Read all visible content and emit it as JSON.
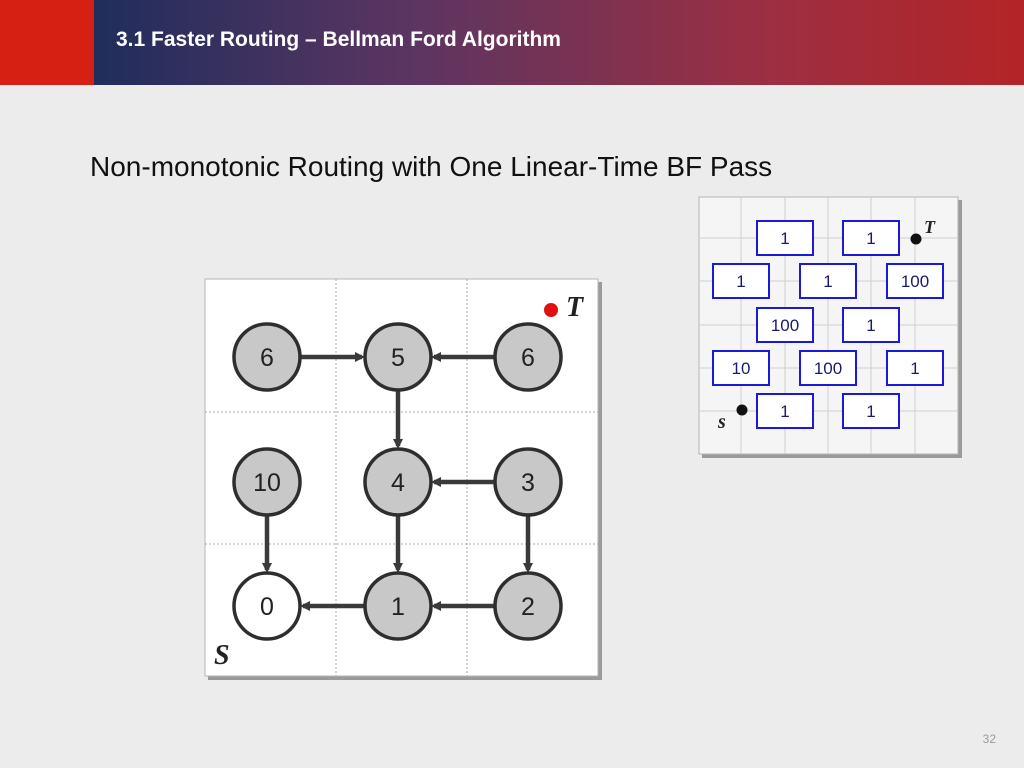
{
  "header": {
    "title": "3.1 Faster Routing – Bellman Ford Algorithm",
    "accent_color": "#d52013"
  },
  "slide": {
    "subtitle": "Non-monotonic Routing with One Linear-Time BF Pass",
    "page_number": "32"
  },
  "grid_graph": {
    "target_label": "T",
    "source_label": "S",
    "nodes": [
      {
        "id": "n00",
        "label": "6",
        "row": 0,
        "col": 0,
        "fill": "gray"
      },
      {
        "id": "n01",
        "label": "5",
        "row": 0,
        "col": 1,
        "fill": "gray"
      },
      {
        "id": "n02",
        "label": "6",
        "row": 0,
        "col": 2,
        "fill": "gray"
      },
      {
        "id": "n10",
        "label": "10",
        "row": 1,
        "col": 0,
        "fill": "gray"
      },
      {
        "id": "n11",
        "label": "4",
        "row": 1,
        "col": 1,
        "fill": "gray"
      },
      {
        "id": "n12",
        "label": "3",
        "row": 1,
        "col": 2,
        "fill": "gray"
      },
      {
        "id": "n20",
        "label": "0",
        "row": 2,
        "col": 0,
        "fill": "white"
      },
      {
        "id": "n21",
        "label": "1",
        "row": 2,
        "col": 1,
        "fill": "gray"
      },
      {
        "id": "n22",
        "label": "2",
        "row": 2,
        "col": 2,
        "fill": "gray"
      }
    ],
    "edges": [
      {
        "from": "n00",
        "to": "n01"
      },
      {
        "from": "n02",
        "to": "n01"
      },
      {
        "from": "n01",
        "to": "n11"
      },
      {
        "from": "n12",
        "to": "n11"
      },
      {
        "from": "n10",
        "to": "n20"
      },
      {
        "from": "n11",
        "to": "n21"
      },
      {
        "from": "n12",
        "to": "n22"
      },
      {
        "from": "n21",
        "to": "n20"
      },
      {
        "from": "n22",
        "to": "n21"
      }
    ],
    "target_marker_color": "#e01010"
  },
  "cost_grid": {
    "target_label": "T",
    "source_label": "s",
    "edge_color": "#1a1ad6",
    "cells": [
      {
        "label": "1",
        "row": 0,
        "slot": 1
      },
      {
        "label": "1",
        "row": 0,
        "slot": 3
      },
      {
        "label": "1",
        "row": 1,
        "slot": 0
      },
      {
        "label": "1",
        "row": 1,
        "slot": 2
      },
      {
        "label": "100",
        "row": 1,
        "slot": 4
      },
      {
        "label": "100",
        "row": 2,
        "slot": 1
      },
      {
        "label": "1",
        "row": 2,
        "slot": 3
      },
      {
        "label": "10",
        "row": 3,
        "slot": 0
      },
      {
        "label": "100",
        "row": 3,
        "slot": 2
      },
      {
        "label": "1",
        "row": 3,
        "slot": 4
      },
      {
        "label": "1",
        "row": 4,
        "slot": 1
      },
      {
        "label": "1",
        "row": 4,
        "slot": 3
      }
    ]
  }
}
